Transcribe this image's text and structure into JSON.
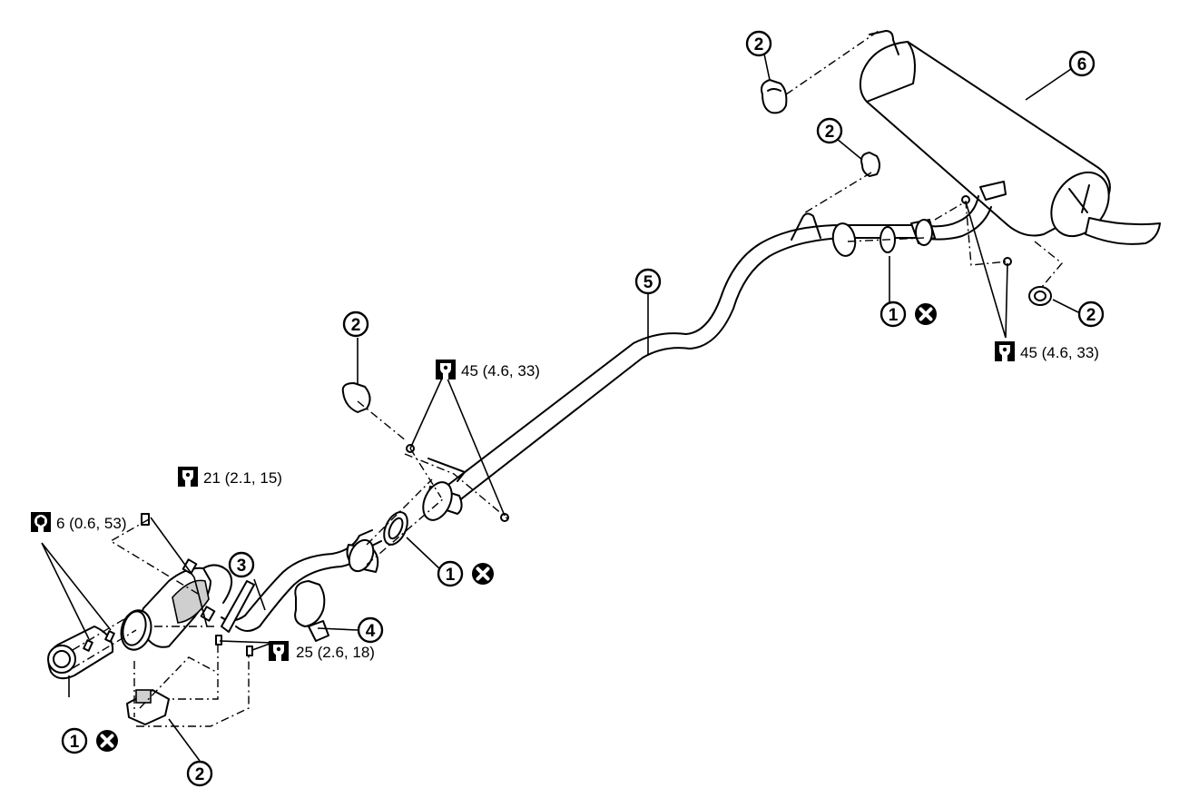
{
  "callouts": {
    "1": "1",
    "2": "2",
    "3": "3",
    "4": "4",
    "5": "5",
    "6": "6"
  },
  "torques": {
    "t6": "6 (0.6, 53)",
    "t21": "21 (2.1, 15)",
    "t25": "25 (2.6, 18)",
    "t45a": "45 (4.6, 33)",
    "t45b": "45 (4.6, 33)"
  },
  "icons": {
    "torque_wrench": "wrench-socket-icon",
    "torque_wrench_alt": "allen-socket-icon",
    "do_not_reuse": "do-not-reuse-x-icon"
  },
  "colors": {
    "line": "#000000",
    "background": "#ffffff",
    "shading": "#cfcfcf"
  }
}
